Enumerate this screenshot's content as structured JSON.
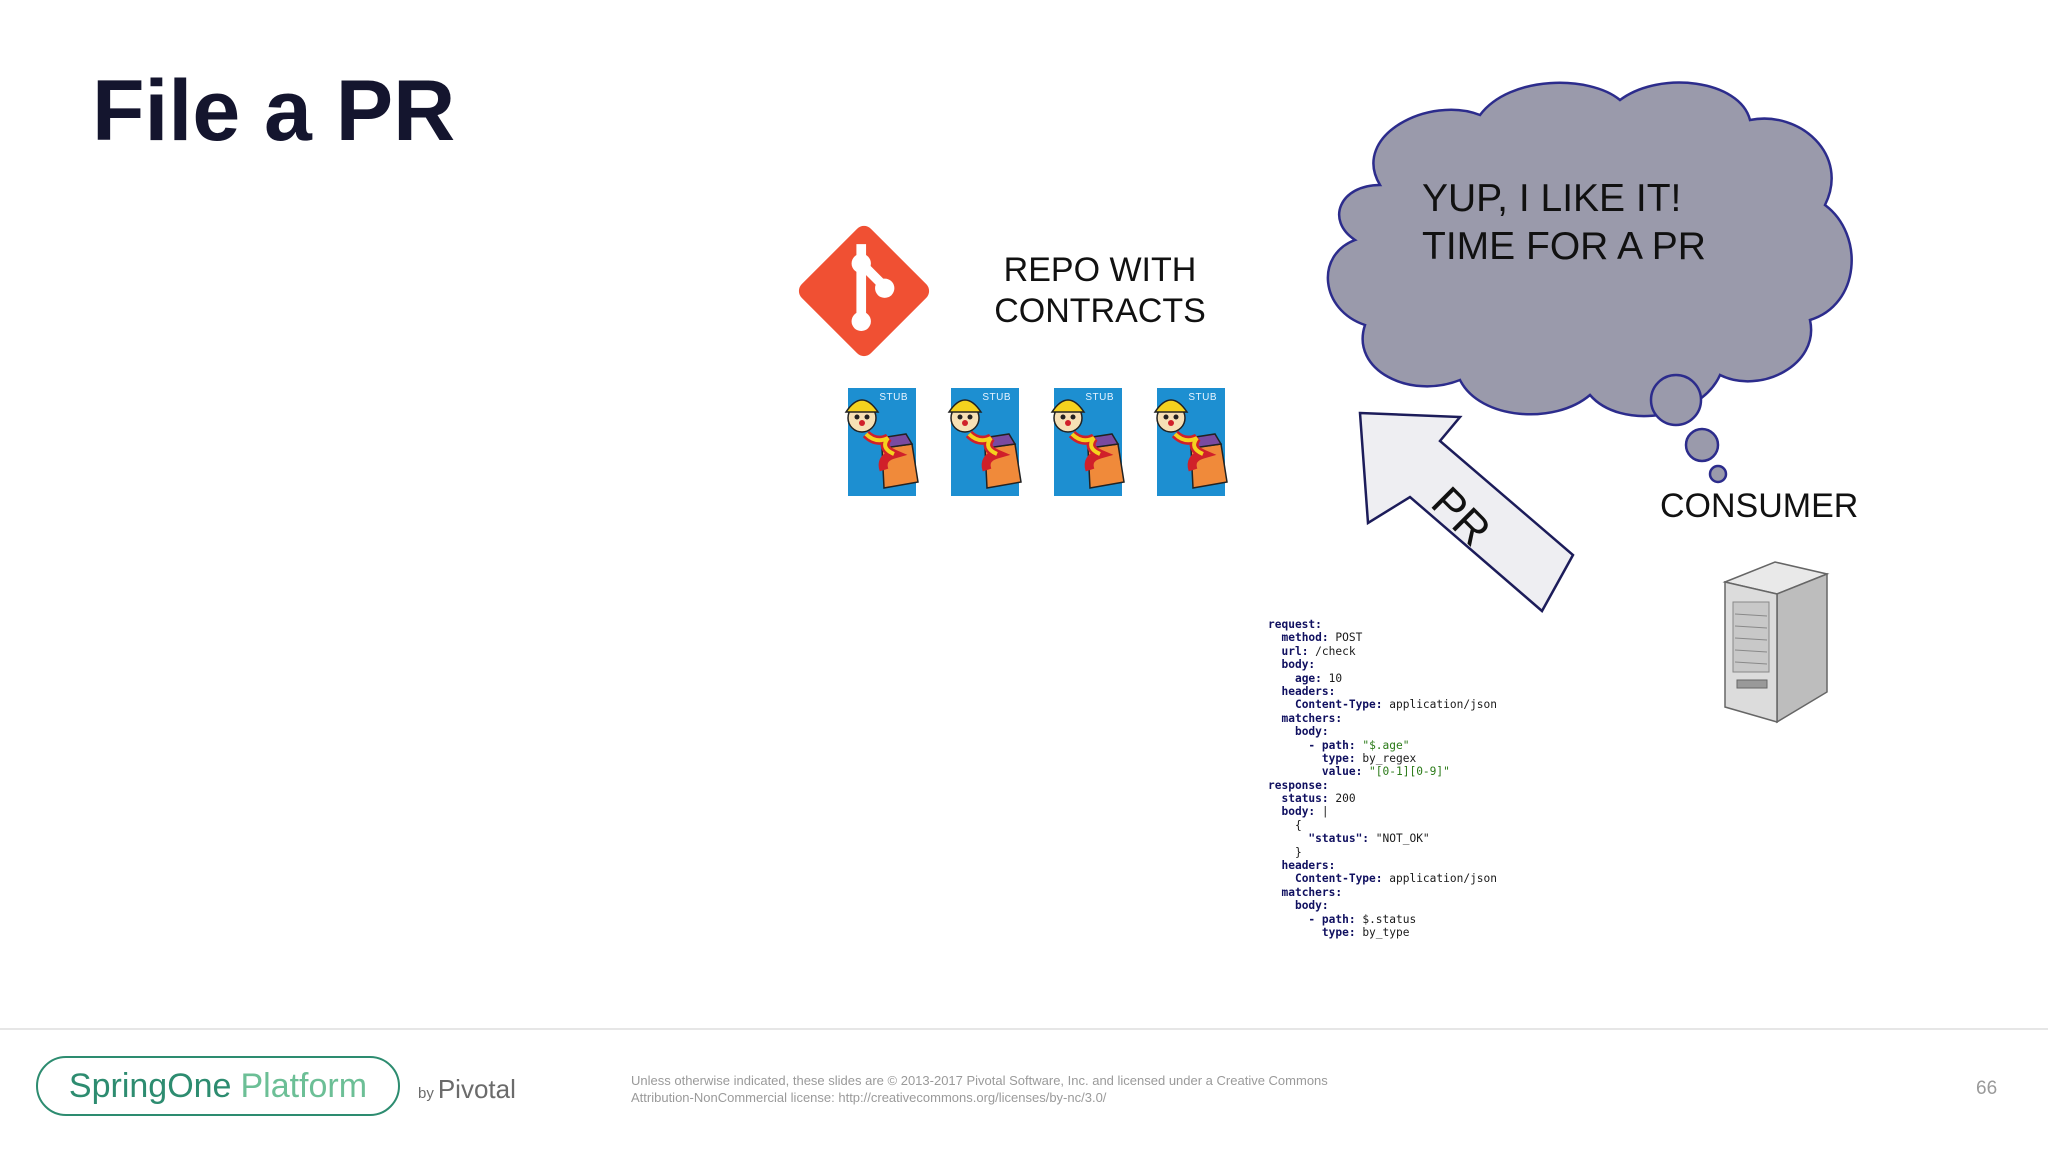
{
  "slide": {
    "title": "File a PR",
    "page_number": "66"
  },
  "repo": {
    "label_line1": "REPO WITH",
    "label_line2": "CONTRACTS",
    "stub_tag": "STUB",
    "stub_count": 4
  },
  "thought": {
    "line1": "YUP, I LIKE IT!",
    "line2": "TIME FOR A PR"
  },
  "arrow": {
    "label": "PR"
  },
  "consumer": {
    "label": "CONSUMER"
  },
  "contract_lines": [
    "request:",
    "  method: POST",
    "  url: /check",
    "  body:",
    "    age: 10",
    "  headers:",
    "    Content-Type: application/json",
    "  matchers:",
    "    body:",
    "      - path: \"$.age\"",
    "        type: by_regex",
    "        value: \"[0-1][0-9]\"",
    "response:",
    "  status: 200",
    "  body: |",
    "    {",
    "      \"status\": \"NOT_OK\"",
    "    }",
    "  headers:",
    "    Content-Type: application/json",
    "  matchers:",
    "    body:",
    "      - path: $.status",
    "        type: by_type"
  ],
  "footer": {
    "brand_spring": "SpringOne",
    "brand_platform": "Platform",
    "by": "by",
    "company": "Pivotal",
    "license_line1": "Unless otherwise indicated, these slides are © 2013-2017 Pivotal Software, Inc. and licensed under a Creative Commons",
    "license_line2": "Attribution-NonCommercial license: http://creativecommons.org/licenses/by-nc/3.0/"
  },
  "colors": {
    "git_orange": "#f05033",
    "stub_blue": "#1d8fd1",
    "cloud_fill": "#9a9aab",
    "cloud_stroke": "#2c2c8c",
    "brand_green": "#2d8c70"
  },
  "icons": [
    "git-logo-icon",
    "jack-in-the-box-icon",
    "server-icon",
    "up-left-arrow-icon"
  ]
}
